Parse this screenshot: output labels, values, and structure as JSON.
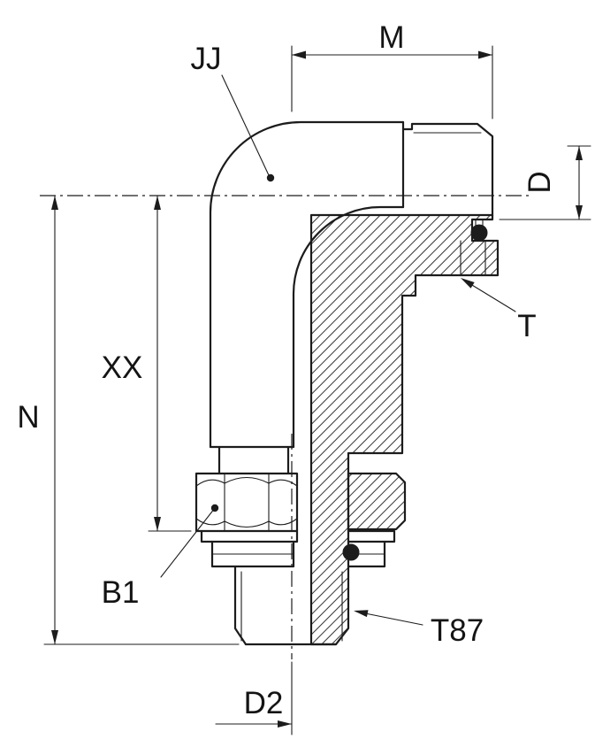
{
  "drawing": {
    "title": "90-degree adjustable elbow fitting - section drawing",
    "colors": {
      "line": "#1c1c1c",
      "background": "#ffffff"
    }
  },
  "labels": {
    "m": "M",
    "jj": "JJ",
    "d": "D",
    "t": "T",
    "xx": "XX",
    "n": "N",
    "b1": "B1",
    "t87": "T87",
    "d2": "D2"
  }
}
